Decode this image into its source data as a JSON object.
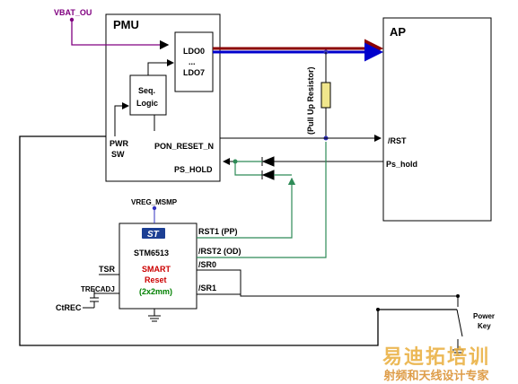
{
  "labels": {
    "vbat": "VBAT_OU",
    "pmu": "PMU",
    "ldo_top": "LDO0",
    "ldo_dots": "...",
    "ldo_bot": "LDO7",
    "seq1": "Seq.",
    "seq2": "Logic",
    "pwr1": "PWR",
    "pwr2": "SW",
    "pon_reset": "PON_RESET_N",
    "ps_hold": "PS_HOLD",
    "ap": "AP",
    "ap_rst": "/RST",
    "ap_pshold": "Ps_hold",
    "pull_up": "(Pull Up Resistor)",
    "vreg": "VREG_MSMP",
    "st_logo": "ST",
    "chip": "STM6513",
    "smart": "SMART",
    "reset": "Reset",
    "size": "(2x2mm)",
    "tsr": "TSR",
    "trec": "TRECADJ",
    "ctrec": "CtREC",
    "rst1": "RST1 (PP)",
    "rst2": "/RST2 (OD)",
    "sr0": "/SR0",
    "sr1": "/SR1",
    "power1": "Power",
    "power2": "Key"
  },
  "watermark": {
    "title": "易迪拓培训",
    "subtitle": "射频和天线设计专家"
  },
  "colors": {
    "vbat_wire": "#800080",
    "supply_red": "#8b0000",
    "supply_blue": "#0000cc",
    "reset_wire": "#2e8b57",
    "node_blue": "#3030c0",
    "resistor": "#f0e68c",
    "smart_text": "#cc0000",
    "size_text": "#008000",
    "watermark": "#e9ad3a"
  }
}
